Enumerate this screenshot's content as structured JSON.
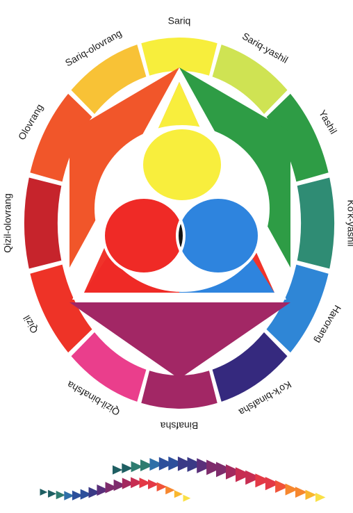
{
  "wheel": {
    "segments": [
      {
        "label": "Sariq",
        "color": "#F7EE3C"
      },
      {
        "label": "Sariq-yashil",
        "color": "#CFE353"
      },
      {
        "label": "Yashil",
        "color": "#2E9C45"
      },
      {
        "label": "Ko'k-yashil",
        "color": "#2F8C74"
      },
      {
        "label": "Havorang",
        "color": "#2F86D6"
      },
      {
        "label": "Ko'k-binafsha",
        "color": "#35297E"
      },
      {
        "label": "Binafsha",
        "color": "#A22765"
      },
      {
        "label": "Qizil-binafsha",
        "color": "#EA3E8C"
      },
      {
        "label": "Qizil",
        "color": "#EE3327"
      },
      {
        "label": "Qizil-olovrang",
        "color": "#C6242C"
      },
      {
        "label": "Olovrang",
        "color": "#F1562A"
      },
      {
        "label": "Sariq-olovrang",
        "color": "#F8C236"
      }
    ]
  },
  "center": {
    "triangle_color": "#F0332A",
    "circles": {
      "yellow": "#F8EE3D",
      "red": "#EF2A26",
      "blue": "#2E84DE",
      "green_overlap": "#2E8F3E",
      "center_overlap": "#141414"
    }
  },
  "ribbons": {
    "colors": [
      "#1E5E62",
      "#2E7C70",
      "#2F6FA8",
      "#2C4F9B",
      "#3A3A86",
      "#5A2F7A",
      "#7E2C6C",
      "#A3295E",
      "#C72D52",
      "#E33946",
      "#F0533A",
      "#F6872E",
      "#F9B72E",
      "#FAE046"
    ]
  }
}
